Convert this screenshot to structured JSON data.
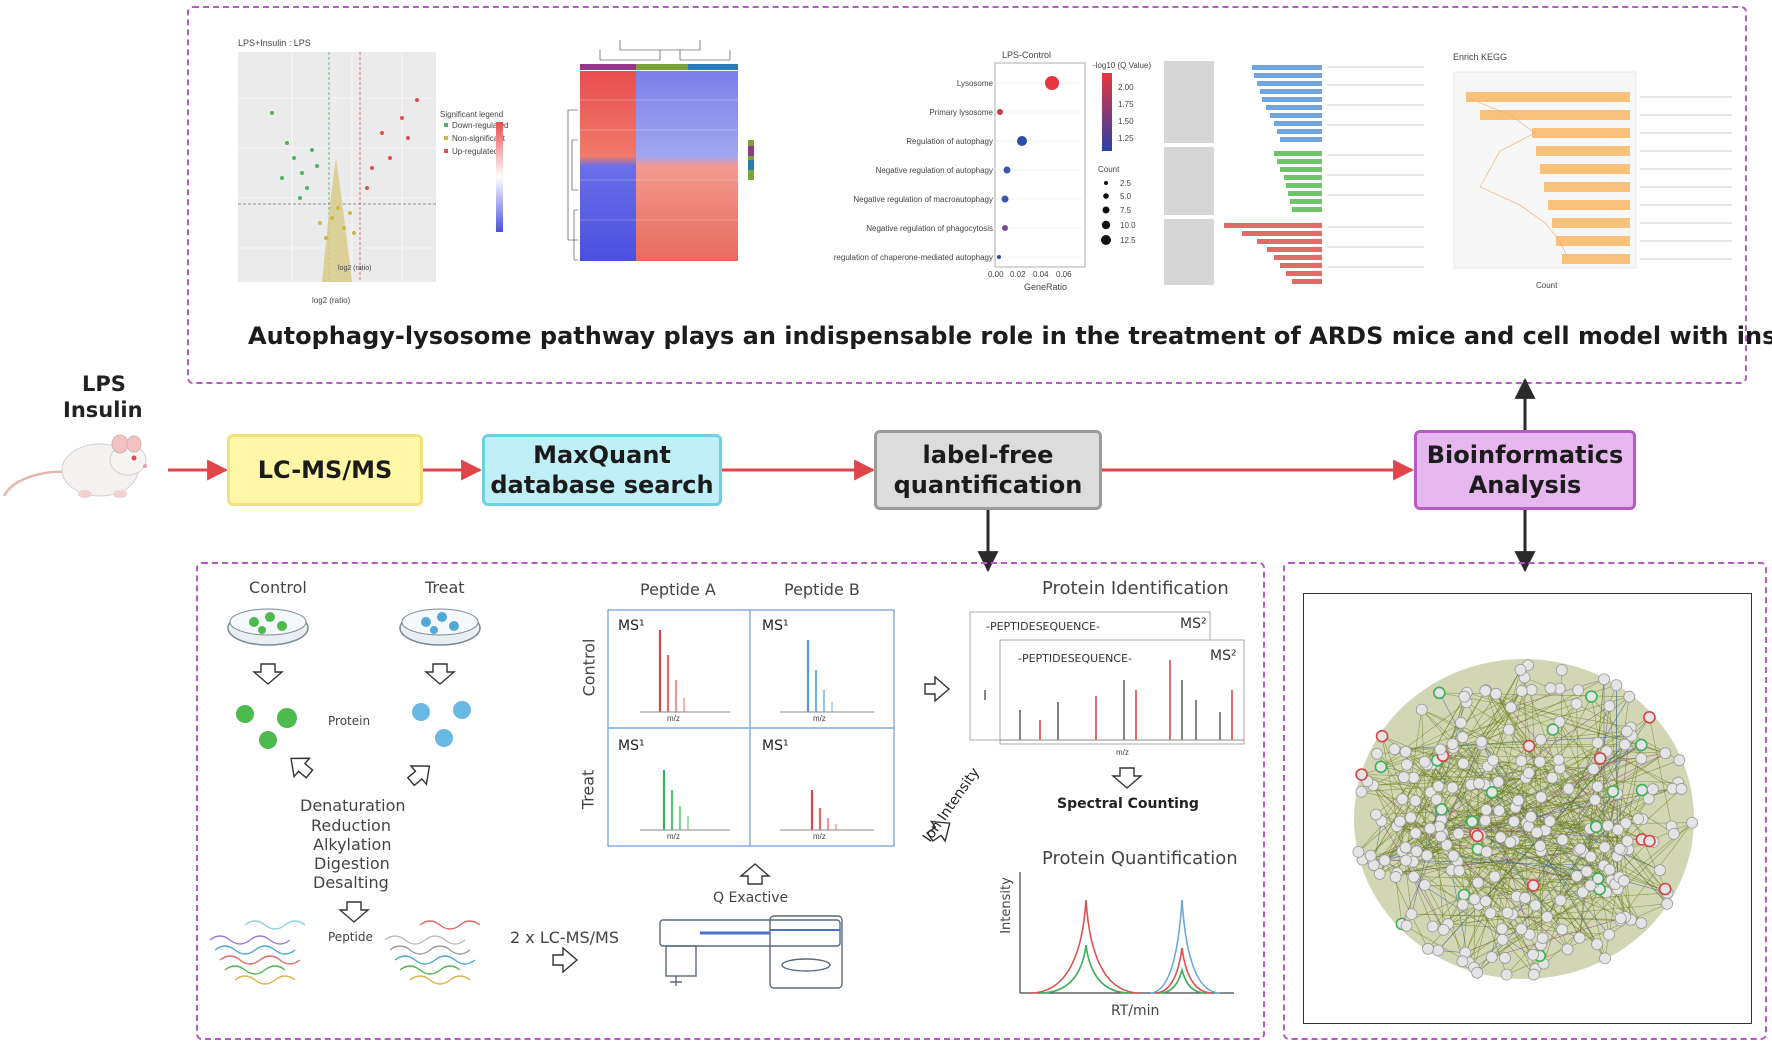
{
  "left_labels": {
    "line1": "LPS",
    "line2": "Insulin"
  },
  "steps": {
    "lcms": "LC-MS/MS",
    "maxquant_1": "MaxQuant",
    "maxquant_2": "database search",
    "lfq_1": "label-free",
    "lfq_2": "quantification",
    "bio_1": "Bioinformatics",
    "bio_2": "Analysis"
  },
  "top_panel": {
    "caption": "Autophagy-lysosome pathway plays an indispensable role in the  treatment of ARDS mice and cell model with insulin",
    "volcano": {
      "title": "LPS+Insulin : LPS",
      "xlabel": "log2 (ratio)",
      "legend_title": "Significant legend",
      "legend": [
        "Down-regulated",
        "Non-significant",
        "Up-regulated"
      ]
    },
    "dotplot": {
      "title": "LPS-Control",
      "terms": [
        "Lysosome",
        "Primary lysosome",
        "Regulation of autophagy",
        "Negative regulation of autophagy",
        "Negative regulation of macroautophagy",
        "Negative regulation of phagocytosis",
        "regulation of chaperone-mediated autophagy"
      ],
      "xticks": [
        "0.00",
        "0.02",
        "0.04",
        "0.06"
      ],
      "xlabel": "GeneRatio",
      "color_title": "-log10 (Q Value)",
      "color_ticks": [
        "2.00",
        "1.75",
        "1.50",
        "1.25"
      ],
      "size_title": "Count",
      "size_ticks": [
        "2.5",
        "5.0",
        "7.5",
        "10.0",
        "12.5"
      ]
    },
    "kegg": {
      "title": "Enrich KEGG",
      "xlabel": "Count"
    }
  },
  "bottom_left": {
    "control": "Control",
    "treat": "Treat",
    "protein": "Protein",
    "steps": [
      "Denaturation",
      "Reduction",
      "Alkylation",
      "Digestion",
      "Desalting"
    ],
    "peptide": "Peptide",
    "lcms_label": "2 x LC-MS/MS",
    "peptide_a": "Peptide A",
    "peptide_b": "Peptide B",
    "row_control": "Control",
    "row_treat": "Treat",
    "ms1": "MS¹",
    "mz": "m/z",
    "instrument": "Q Exactive",
    "protein_identification": "Protein Identification",
    "peptide_seq": "-PEPTIDESEQUENCE-",
    "ms2": "MS²",
    "spectral_counting": "Spectral Counting",
    "ion_intensity": "Ion Intensity",
    "protein_quantification": "Protein Quantification",
    "intensity_axis": "Intensity",
    "rt_axis": "RT/min"
  },
  "colors": {
    "dashed_border": "#b75bc4",
    "arrow_red": "#e0454a",
    "lcms_fill": "#fff7a8",
    "maxquant_fill": "#bfeff7",
    "lfq_fill": "#dcdcdc",
    "bio_fill": "#e6b8ef"
  }
}
